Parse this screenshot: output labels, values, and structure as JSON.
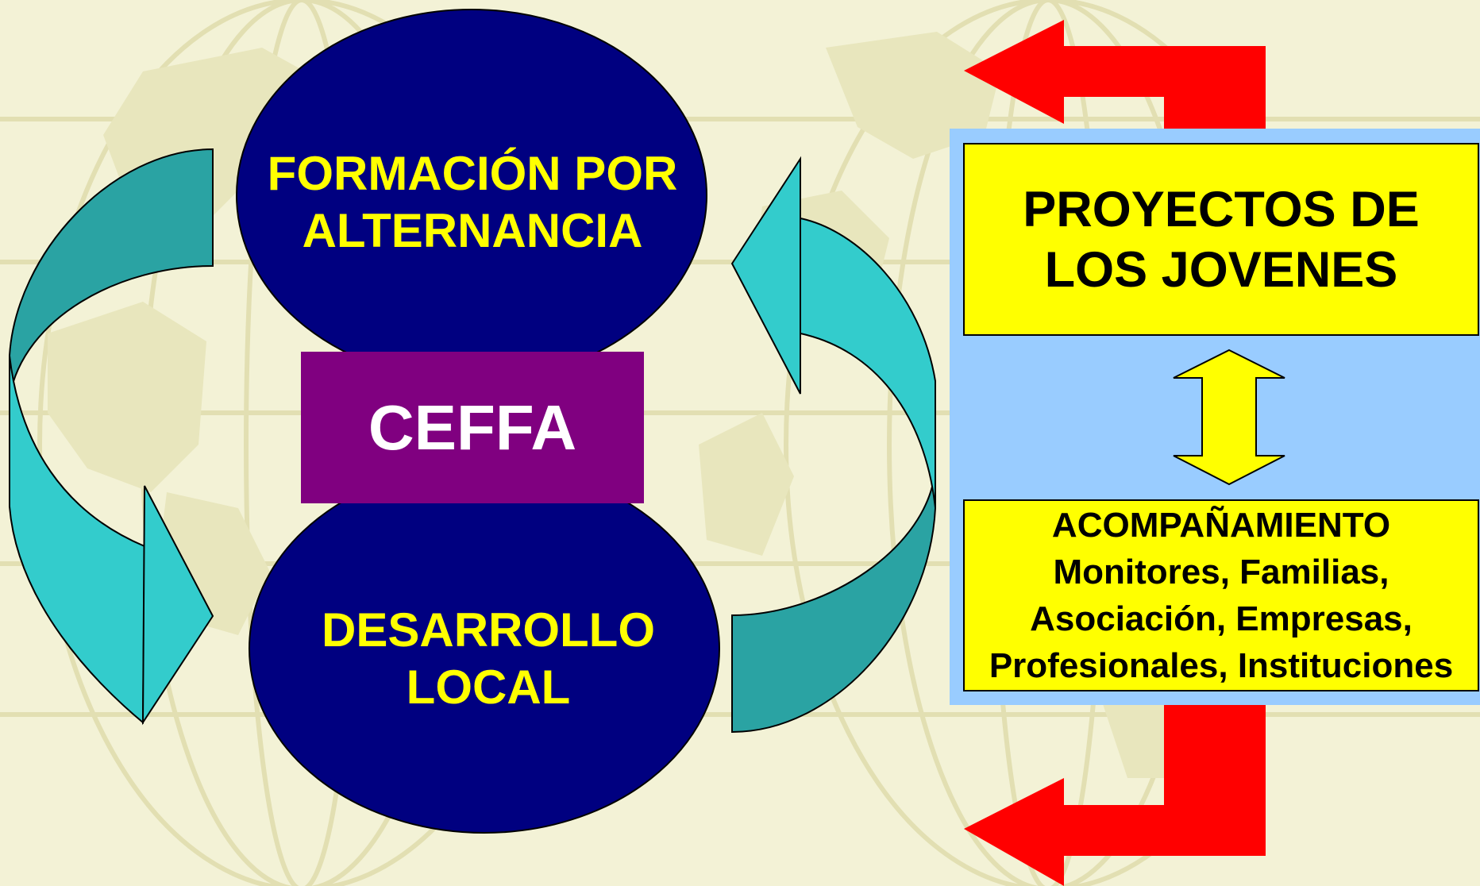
{
  "diagram": {
    "top_ellipse": {
      "lines": [
        "FORMACIÓN POR",
        "ALTERNANCIA"
      ]
    },
    "bottom_ellipse": {
      "lines": [
        "DESARROLLO",
        "LOCAL"
      ]
    },
    "center_box": {
      "label": "CEFFA"
    },
    "projects_box": {
      "lines": [
        "PROYECTOS DE",
        "LOS JOVENES"
      ]
    },
    "support_box": {
      "lines": [
        "ACOMPAÑAMIENTO",
        "Monitores, Familias,",
        "Asociación, Empresas,",
        "Profesionales, Instituciones"
      ]
    }
  },
  "colors": {
    "background": "#f3f2d6",
    "globe_lines": "#e2dfb2",
    "ellipse_fill": "#000080",
    "center_box_fill": "#800080",
    "panel_fill": "#99ccff",
    "yellow_box_fill": "#ffff00",
    "cycle_arrow_fill": "#33cccc",
    "cycle_arrow_dark": "#2aa3a3",
    "red_arrow_fill": "#ff0000"
  },
  "icons": [
    "circular-arrow-icon",
    "double-arrow-icon",
    "red-return-arrow-icon",
    "globe-background"
  ]
}
